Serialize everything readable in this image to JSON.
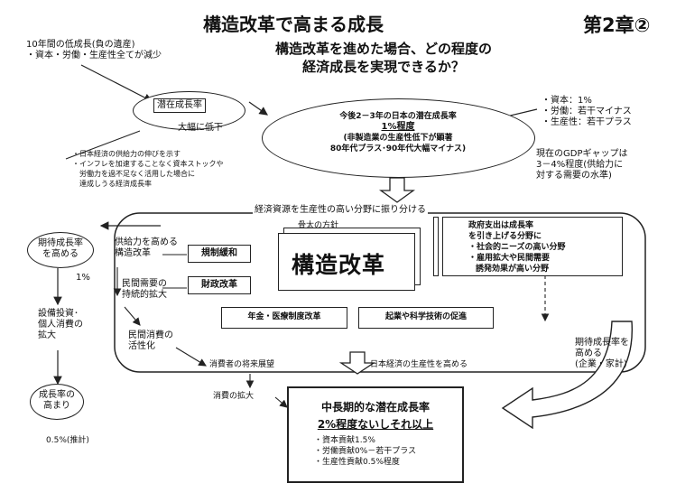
{
  "title": "構造改革で高まる成長",
  "chapter": "第2章②",
  "question": {
    "line1": "構造改革を進めた場合、どの程度の",
    "line2": "経済成長を実現できるか？"
  },
  "legacy": {
    "line1": "10年間の低成長(負の遺産)",
    "line2": "・資本・労働・生産性全てが減少"
  },
  "potential": {
    "label": "潜在成長率",
    "sub": "大幅に低下"
  },
  "definition": [
    "・日本経済の供給力の伸びを示す",
    "・インフレを加速することなく資本ストックや",
    "　労働力を過不足なく活用した場合に",
    "　達成しうる経済成長率"
  ],
  "forecast": {
    "line1": "今後2－3年の日本の潜在成長率",
    "line2": "1%程度",
    "line3": "(非製造業の生産性低下が顕著",
    "line4": "80年代プラス･90年代大幅マイナス)"
  },
  "factors": [
    "・資本：1%",
    "・労働：若干マイナス",
    "・生産性：若干プラス"
  ],
  "gdp_gap": {
    "line1": "現在のGDPギャップは",
    "line2": "3－4%程度(供給力に",
    "line3": "対する需要の水準)"
  },
  "reallocation": "経済資源を生産性の高い分野に振り分ける",
  "honebuto": "骨太の方針",
  "kouzou": "構造改革",
  "supply": {
    "line1": "供給力を高める",
    "line2": "構造改革"
  },
  "kisei": "規制緩和",
  "zaisei": "財政改革",
  "private_demand": {
    "line1": "民間需要の",
    "line2": "持続的拡大"
  },
  "consumption": {
    "line1": "民間消費の",
    "line2": "活性化"
  },
  "gov": {
    "line1": "政府支出は成長率",
    "line2": "を引き上げる分野に",
    "line3": "・社会的ニーズの高い分野",
    "line4": "・雇用拡大や民間需要",
    "line5": "誘発効果が高い分野"
  },
  "pension": "年金・医療制度改革",
  "venture": "起業や科学技術の促進",
  "expect_left": {
    "line1": "期待成長率",
    "line2": "を高める"
  },
  "one_pct": "1%",
  "invest": {
    "line1": "設備投資･",
    "line2": "個人消費の",
    "line3": "拡大"
  },
  "growth_up": {
    "line1": "成長率の",
    "line2": "高まり"
  },
  "estimate": "0.5%(推計)",
  "consumer_outlook": "消費者の将来展望",
  "consumer_expand": "消費の拡大",
  "productivity": "日本経済の生産性を高める",
  "expect_right": {
    "line1": "期待成長率を",
    "line2": "高める",
    "line3": "(企業・家計)"
  },
  "result": {
    "line1": "中長期的な潜在成長率",
    "line2": "2%程度ないしそれ以上",
    "line3": "・資本貢献1.5%",
    "line4": "・労働貢献0%－若干プラス",
    "line5": "・生産性貢献0.5%程度"
  }
}
